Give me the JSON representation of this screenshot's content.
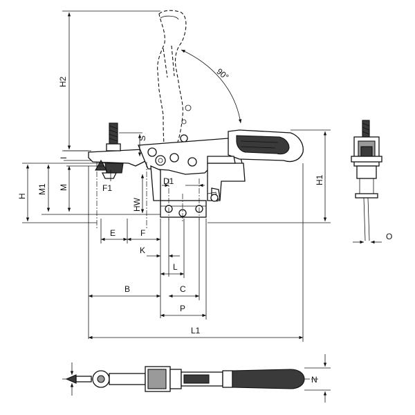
{
  "drawing": {
    "dimension_labels": {
      "H2": "H2",
      "angle": "90°",
      "S": "S",
      "I": "I",
      "H": "H",
      "M1": "M1",
      "M": "M",
      "F1": "F1",
      "HW": "HW",
      "D1": "D1",
      "H1": "H1",
      "E": "E",
      "F": "F",
      "K": "K",
      "L": "L",
      "B": "B",
      "C": "C",
      "P": "P",
      "L1": "L1",
      "O": "O",
      "N": "N"
    }
  }
}
